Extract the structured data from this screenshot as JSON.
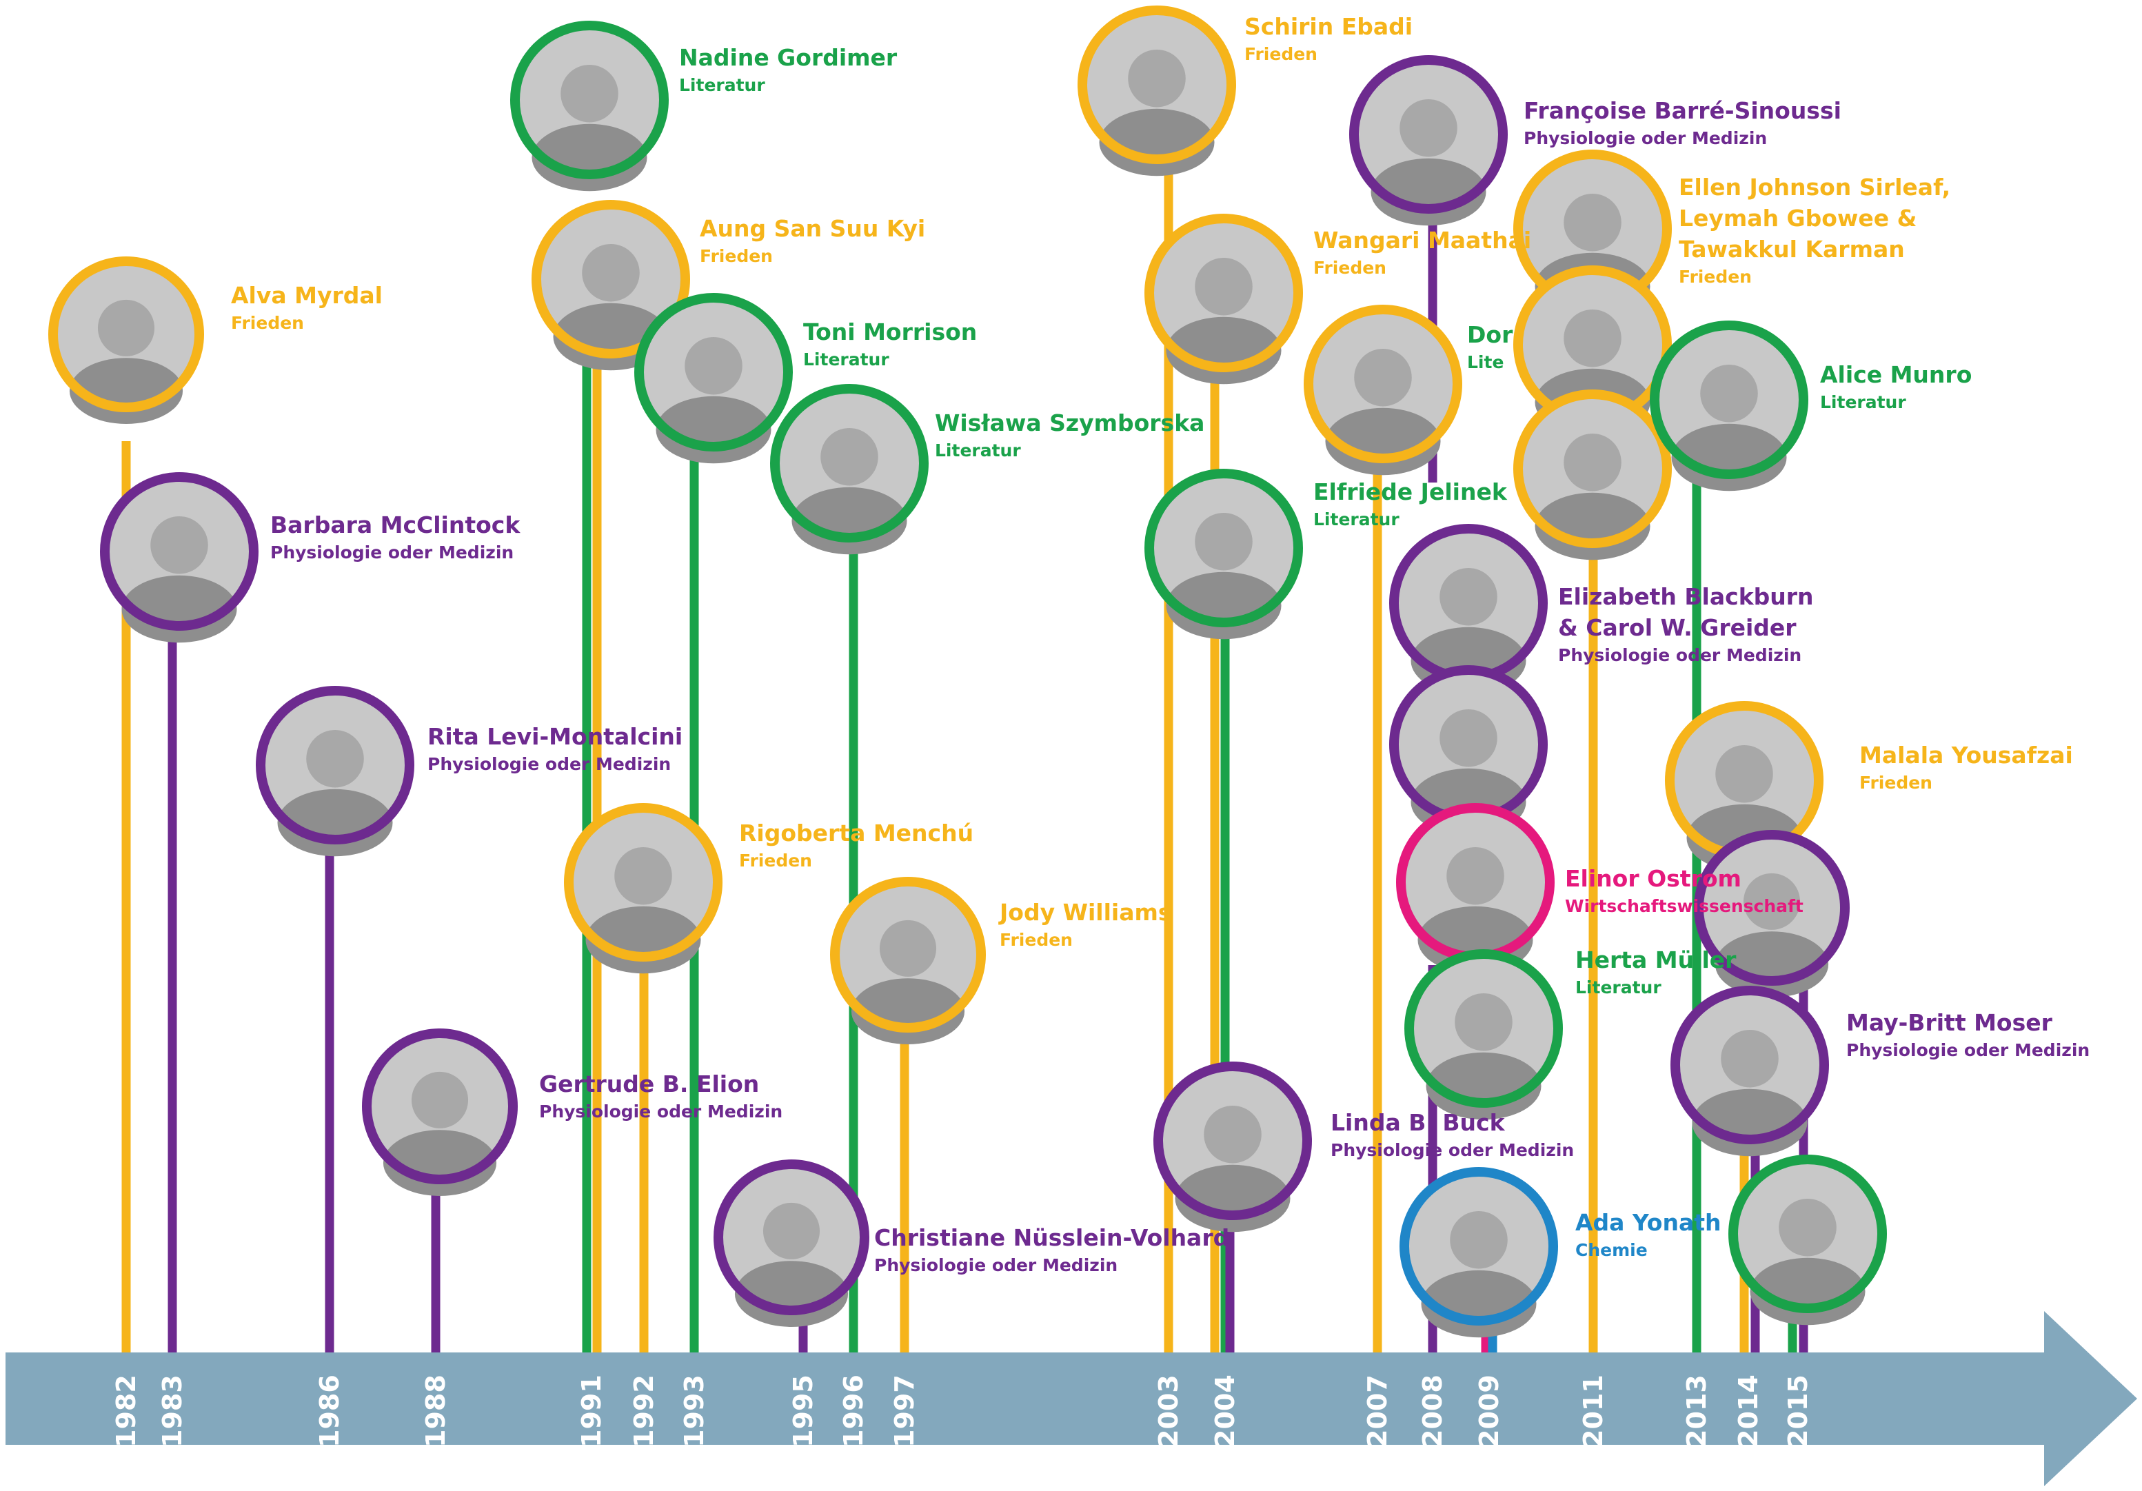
{
  "colors": {
    "frieden": "#f6b41a",
    "literatur": "#1aa24a",
    "medizin": "#6d2a8f",
    "wirtschaft": "#e5197d",
    "chemie": "#1f86c8",
    "axis": "#83a8bd",
    "photo_bg": "#c8c8c8",
    "photo_fg": "#8e8e8e"
  },
  "years": [
    "1982",
    "1983",
    "1986",
    "1988",
    "1991",
    "1992",
    "1993",
    "1995",
    "1996",
    "1997",
    "2003",
    "2004",
    "2007",
    "2008",
    "2009",
    "2011",
    "2013",
    "2014",
    "2015"
  ],
  "laureates": [
    {
      "name": "Alva Myrdal",
      "category": "Frieden",
      "year": "1982",
      "color_key": "frieden",
      "icon": "portrait-photo"
    },
    {
      "name": "Barbara McClintock",
      "category": "Physiologie oder Medizin",
      "year": "1983",
      "color_key": "medizin",
      "icon": "portrait-photo"
    },
    {
      "name": "Rita Levi-Montalcini",
      "category": "Physiologie oder Medizin",
      "year": "1986",
      "color_key": "medizin",
      "icon": "portrait-photo"
    },
    {
      "name": "Gertrude B. Elion",
      "category": "Physiologie oder Medizin",
      "year": "1988",
      "color_key": "medizin",
      "icon": "portrait-photo"
    },
    {
      "name": "Nadine Gordimer",
      "category": "Literatur",
      "year": "1991",
      "color_key": "literatur",
      "icon": "portrait-photo"
    },
    {
      "name": "Aung San Suu Kyi",
      "category": "Frieden",
      "year": "1991",
      "color_key": "frieden",
      "icon": "portrait-photo"
    },
    {
      "name": "Rigoberta Menchú",
      "category": "Frieden",
      "year": "1992",
      "color_key": "frieden",
      "icon": "portrait-photo"
    },
    {
      "name": "Toni Morrison",
      "category": "Literatur",
      "year": "1993",
      "color_key": "literatur",
      "icon": "portrait-photo"
    },
    {
      "name": "Christiane Nüsslein-Volhard",
      "category": "Physiologie oder Medizin",
      "year": "1995",
      "color_key": "medizin",
      "icon": "portrait-photo"
    },
    {
      "name": "Wisława Szymborska",
      "category": "Literatur",
      "year": "1996",
      "color_key": "literatur",
      "icon": "portrait-photo"
    },
    {
      "name": "Jody Williams",
      "category": "Frieden",
      "year": "1997",
      "color_key": "frieden",
      "icon": "portrait-photo"
    },
    {
      "name": "Schirin Ebadi",
      "category": "Frieden",
      "year": "2003",
      "color_key": "frieden",
      "icon": "portrait-photo"
    },
    {
      "name": "Wangari Maathai",
      "category": "Frieden",
      "year": "2004",
      "color_key": "frieden",
      "icon": "portrait-photo"
    },
    {
      "name": "Elfriede Jelinek",
      "category": "Literatur",
      "year": "2004",
      "color_key": "literatur",
      "icon": "portrait-photo"
    },
    {
      "name": "Linda B. Buck",
      "category": "Physiologie oder Medizin",
      "year": "2004",
      "color_key": "medizin",
      "icon": "portrait-photo"
    },
    {
      "name": "Dor",
      "category": "Lite",
      "year": "2007",
      "color_key": "literatur",
      "icon": "portrait-photo"
    },
    {
      "name": "Françoise Barré-Sinoussi",
      "category": "Physiologie oder Medizin",
      "year": "2008",
      "color_key": "medizin",
      "icon": "portrait-photo"
    },
    {
      "name": "Elizabeth Blackburn",
      "name2": "& Carol W. Greider",
      "category": "Physiologie oder Medizin",
      "year": "2009",
      "color_key": "medizin",
      "icon": "portrait-photo"
    },
    {
      "name": "Elinor Ostrom",
      "category": "Wirtschaftswissenschaft",
      "year": "2009",
      "color_key": "wirtschaft",
      "icon": "portrait-photo"
    },
    {
      "name": "Herta Müller",
      "category": "Literatur",
      "year": "2009",
      "color_key": "literatur",
      "icon": "portrait-photo"
    },
    {
      "name": "Ada Yonath",
      "category": "Chemie",
      "year": "2009",
      "color_key": "chemie",
      "icon": "portrait-photo"
    },
    {
      "name": "Ellen Johnson Sirleaf,",
      "name2": "Leymah Gbowee &",
      "name3": "Tawakkul Karman",
      "category": "Frieden",
      "year": "2011",
      "color_key": "frieden",
      "icon": "portrait-photo"
    },
    {
      "name": "Alice Munro",
      "category": "Literatur",
      "year": "2013",
      "color_key": "literatur",
      "icon": "portrait-photo"
    },
    {
      "name": "Malala Yousafzai",
      "category": "Frieden",
      "year": "2014",
      "color_key": "frieden",
      "icon": "portrait-photo"
    },
    {
      "name": "May-Britt Moser",
      "category": "Physiologie oder Medizin",
      "year": "2014",
      "color_key": "medizin",
      "icon": "portrait-photo"
    }
  ]
}
